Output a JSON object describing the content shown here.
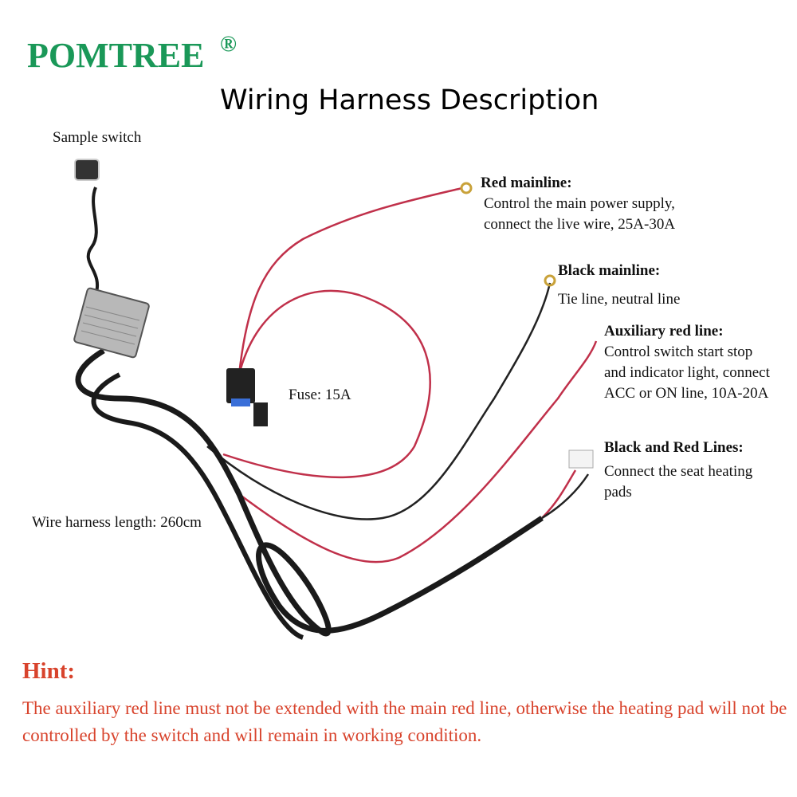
{
  "brand": {
    "name": "POMTREE",
    "registered_mark": "®",
    "color": "#1a9858"
  },
  "title": "Wiring Harness Description",
  "labels": {
    "sample_switch": "Sample switch",
    "fuse": "Fuse: 15A",
    "harness_length": "Wire harness length: 260cm"
  },
  "callouts": [
    {
      "heading": "Red mainline:",
      "lines": [
        "Control the main power supply,",
        "connect the live wire, 25A-30A"
      ]
    },
    {
      "heading": "Black mainline:",
      "lines": [
        "Tie line, neutral line"
      ]
    },
    {
      "heading": "Auxiliary red line:",
      "lines": [
        "Control switch start stop",
        "and indicator light, connect",
        "ACC or ON line, 10A-20A"
      ]
    },
    {
      "heading": "Black and Red Lines:",
      "lines": [
        "Connect the seat heating",
        "pads"
      ]
    }
  ],
  "hint": {
    "heading": "Hint:",
    "text": "The auxiliary red line must not be extended with the main red line, otherwise the heating pad will not be controlled by the switch and will remain in working condition.",
    "color": "#d8432c"
  }
}
